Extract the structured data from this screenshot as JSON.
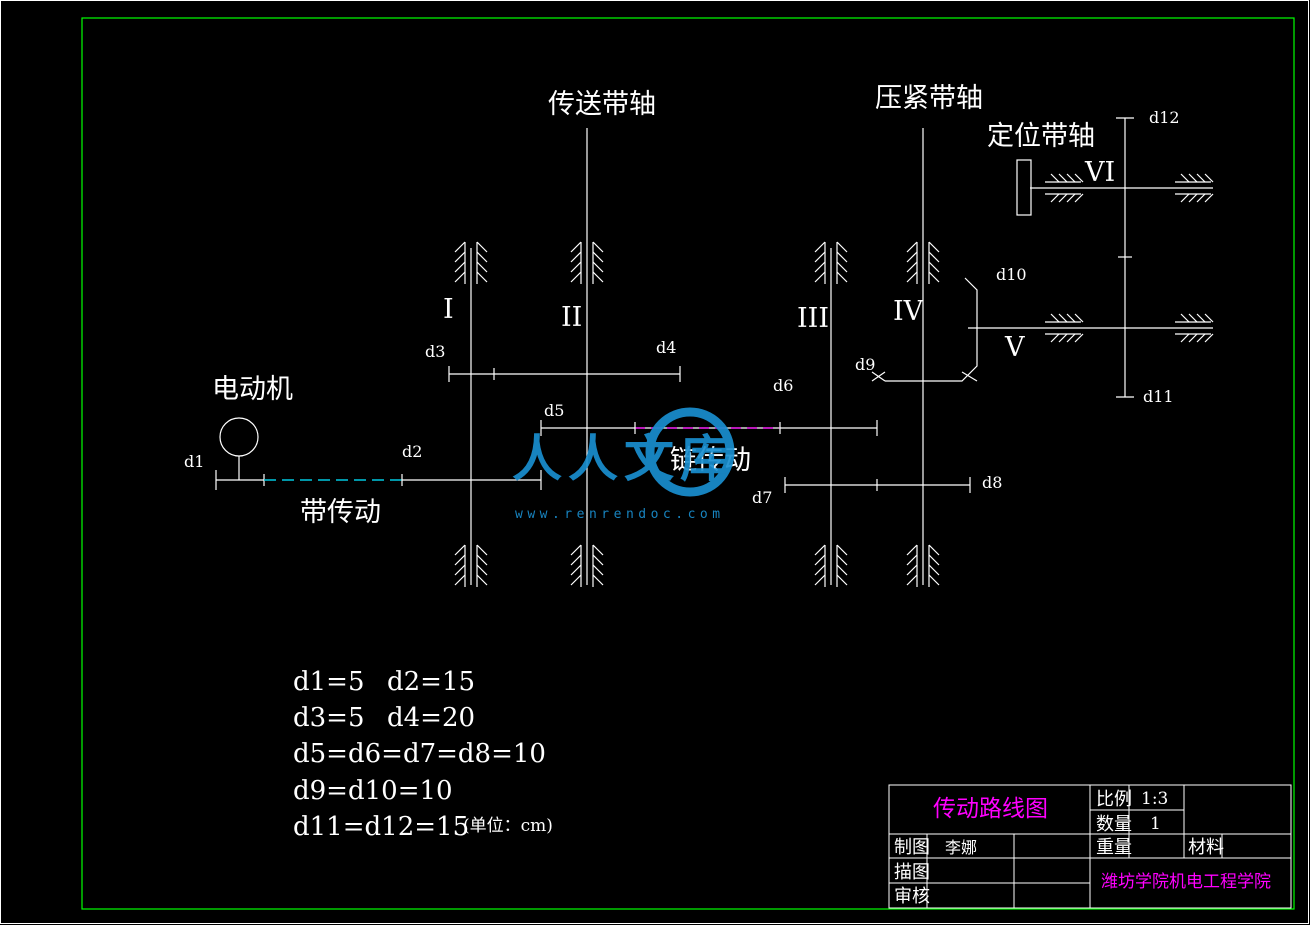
{
  "diagram": {
    "shaft_labels": {
      "conveyor": "传送带轴",
      "press": "压紧带轴",
      "positioning": "定位带轴"
    },
    "motor_label": "电动机",
    "belt_drive_label": "带传动",
    "chain_drive_label": "链传动",
    "shaft_roman": [
      "I",
      "II",
      "III",
      "IV",
      "V",
      "VI"
    ],
    "dims": {
      "d1": "d1",
      "d2": "d2",
      "d3": "d3",
      "d4": "d4",
      "d5": "d5",
      "d6": "d6",
      "d7": "d7",
      "d8": "d8",
      "d9": "d9",
      "d10": "d10",
      "d11": "d11",
      "d12": "d12"
    },
    "notes": [
      "d1=5",
      "d2=15",
      "d3=5",
      "d4=20",
      "d5=d6=d7=d8=10",
      "d9=d10=10",
      "d11=d12=15"
    ],
    "unit_note": "(单位：cm)"
  },
  "title_block": {
    "drawing_name": "传动路线图",
    "scale_label": "比例",
    "scale_value": "1:3",
    "qty_label": "数量",
    "qty_value": "1",
    "drawn_label": "制图",
    "drawn_by": "李娜",
    "traced_label": "描图",
    "checked_label": "审核",
    "weight_label": "重量",
    "material_label": "材料",
    "institution": "潍坊学院机电工程学院"
  },
  "watermark": {
    "text": "人人文库",
    "url": "www.renrendoc.com"
  },
  "colors": {
    "frame": "#00ff00",
    "lines": "#ffffff",
    "title_text": "#ff00ff",
    "belt_dash": "#00c8e0",
    "chain_dash": "#ff00ff",
    "watermark": "#1a8fd0"
  }
}
